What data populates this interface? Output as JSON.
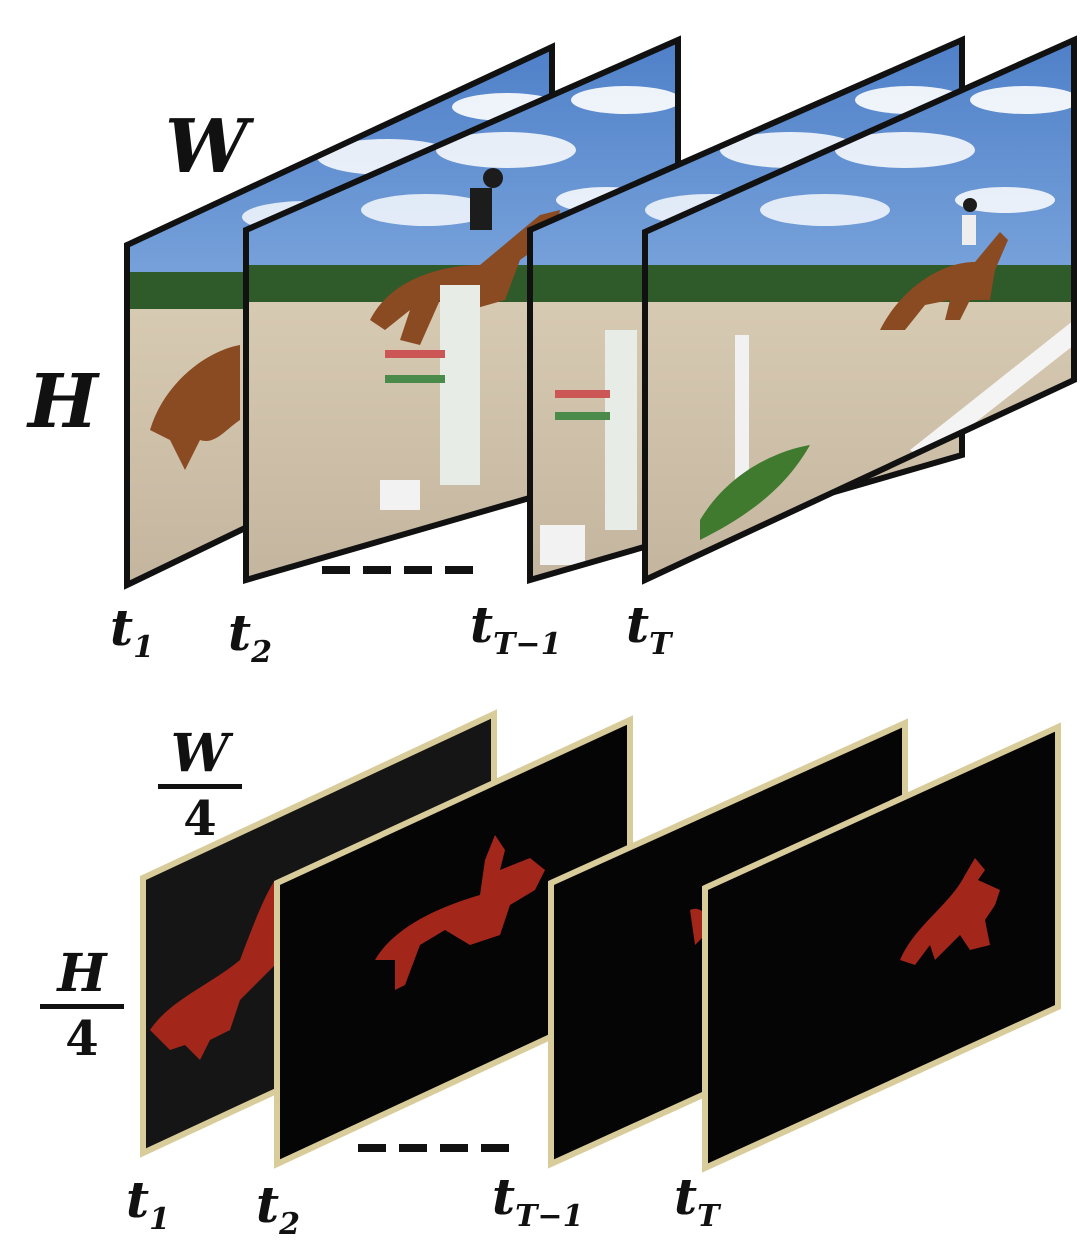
{
  "video_frames": {
    "width_label": "W",
    "height_label": "H",
    "time_labels": [
      {
        "base": "t",
        "sub": "1"
      },
      {
        "base": "t",
        "sub": "2"
      },
      {
        "base": "t",
        "sub": "T−1"
      },
      {
        "base": "t",
        "sub": "T"
      }
    ]
  },
  "mask_frames": {
    "width_numerator": "W",
    "width_denominator": "4",
    "height_numerator": "H",
    "height_denominator": "4",
    "time_labels": [
      {
        "base": "t",
        "sub": "1"
      },
      {
        "base": "t",
        "sub": "2"
      },
      {
        "base": "t",
        "sub": "T−1"
      },
      {
        "base": "t",
        "sub": "T"
      }
    ]
  },
  "colors": {
    "frame_border": "#111111",
    "mask_border": "#d8cc9a",
    "mask_background": "#050505",
    "mask_object": "#a3261b",
    "sky": "#6c9ad6",
    "ground": "#d9cdb7"
  }
}
